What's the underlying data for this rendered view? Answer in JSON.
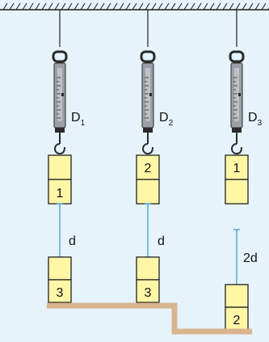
{
  "colors": {
    "background": "#e6f3fb",
    "ceiling": "#1a1a1a",
    "string": "#333333",
    "block_fill": "#fff6a6",
    "block_stroke": "#222222",
    "gap_line": "#5aaed8",
    "shelf": "#d9b58f",
    "scale_body": "#9aa0a6",
    "scale_dark": "#2b2b2b"
  },
  "icons": {
    "ceiling": "ceiling-hatch-icon",
    "spring_scale": "spring-scale-icon",
    "block": "square-block-icon",
    "shelf": "stepped-shelf-icon"
  },
  "scales": [
    {
      "label_main": "D",
      "label_sub": "1"
    },
    {
      "label_main": "D",
      "label_sub": "2"
    },
    {
      "label_main": "D",
      "label_sub": "3"
    }
  ],
  "hanging_blocks": [
    {
      "top": "",
      "bottom": "1"
    },
    {
      "top": "2",
      "bottom": ""
    },
    {
      "top": "1",
      "bottom": ""
    }
  ],
  "lower_blocks": [
    {
      "top": "",
      "bottom": "3"
    },
    {
      "top": "",
      "bottom": "3"
    },
    {
      "top": "",
      "bottom": "2"
    }
  ],
  "gaps": [
    {
      "label": "d"
    },
    {
      "label": "d"
    },
    {
      "label": "2d"
    }
  ]
}
